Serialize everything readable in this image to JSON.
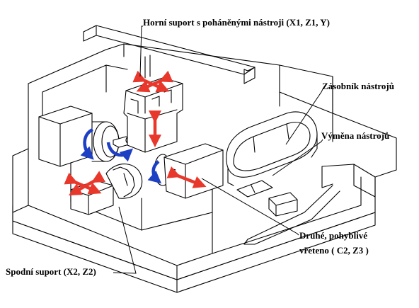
{
  "labels": {
    "top_support": "Horní suport s poháněnými nástroji (X1, Z1, Y)",
    "tool_magazine": "Zásobník nástrojů",
    "tool_change": "Výměna nástrojů",
    "second_spindle_line1": "Druhé, pohyblivé",
    "second_spindle_line2": "vřeteno ( C2, Z3 )",
    "bottom_support": "Spodní suport (X2, Z2)"
  },
  "colors": {
    "linear_axis_arrow": "#e8372b",
    "rotary_axis_arrow": "#1d3fc4",
    "outline": "#000000"
  }
}
